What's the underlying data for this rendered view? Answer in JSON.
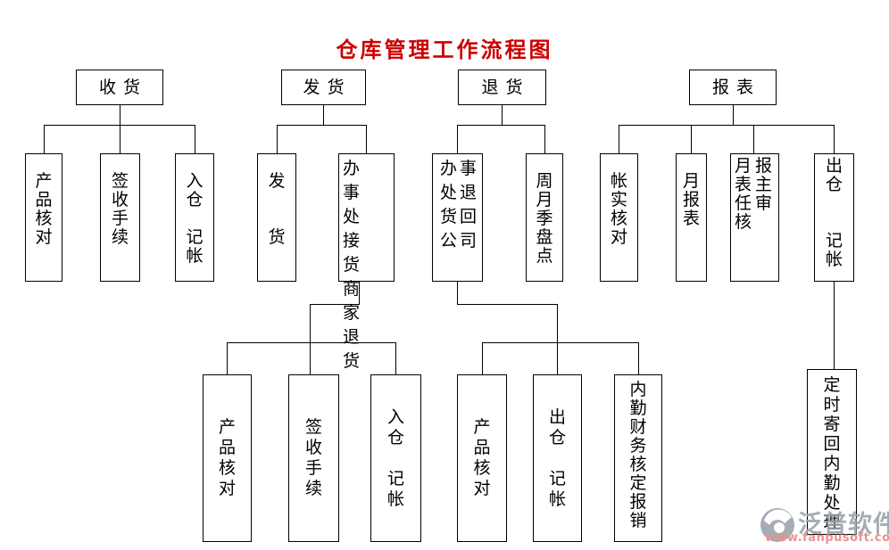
{
  "title": "仓库管理工作流程图",
  "boxes": {
    "receive": "收货",
    "ship": "发货",
    "ret": "退货",
    "report": "报表",
    "receive_product_check": "产\n品\n核\n对",
    "receive_sign_procedure": "签\n收\n手\n续",
    "receive_inbound_bookkeeping": "入\n仓\n\n记\n帐",
    "ship_dispatch": "发\n\n\n货",
    "ship_office_pickup_merchant_return": "办事\n处接\n货商\n家退\n货",
    "return_office_return_to_company": "办事\n处退\n货回\n公司",
    "return_periodic_stocktake": "周\n月\n季\n盘\n点",
    "report_account_verification": "帐\n实\n核\n对",
    "report_monthly_report": "月\n报\n表",
    "report_monthly_supervisor_review": "月报\n表主\n任审\n核",
    "report_outbound_bookkeeping": "出\n仓\n\n\n记\n帐",
    "ship_product_check": "产\n品\n核\n对",
    "ship_sign_procedure": "签\n收\n手\n续",
    "ship_inbound_bookkeeping": "入\n仓\n\n记\n帐",
    "return_product_check": "产\n品\n核\n对",
    "return_outbound_bookkeeping": "出\n仓\n\n记\n帐",
    "return_finance_approval": "内\n勤\n财\n务\n核\n定\n报\n销",
    "report_mail_back_processing": "定\n时\n寄\n回\n内\n勤\n处\n理"
  },
  "watermark": {
    "brand": "泛普软件",
    "url": "www.fanpusoft.com"
  },
  "colors": {
    "title_red": "#cc0000",
    "line_black": "#000000",
    "watermark_gray": "#99a1ab",
    "watermark_pink": "#e8837f"
  }
}
